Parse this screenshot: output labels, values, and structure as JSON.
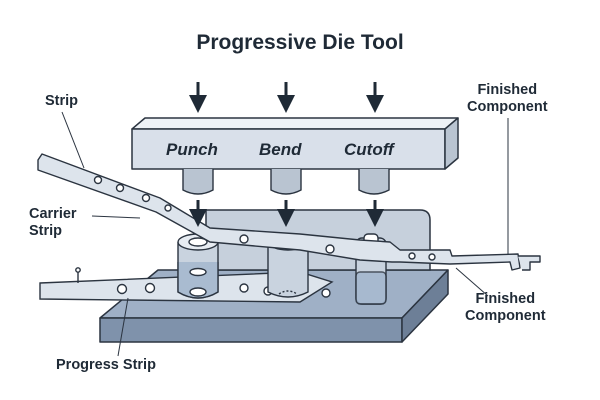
{
  "title": "Progressive Die Tool",
  "stations": [
    {
      "label": "Punch"
    },
    {
      "label": "Bend"
    },
    {
      "label": "Cutoff"
    }
  ],
  "labels": {
    "strip": "Strip",
    "carrier_strip_line1": "Carrier",
    "carrier_strip_line2": "Strip",
    "progress_strip": "Progress Strip",
    "finished_component_top_line1": "Finished",
    "finished_component_top_line2": "Component",
    "finished_component_bottom_line1": "Finished",
    "finished_component_bottom_line2": "Component"
  },
  "colors": {
    "outline": "#2b3440",
    "beam": "#d9e0ea",
    "base_top": "#9fb0c6",
    "base_front": "#7f92ab",
    "strip": "#dde4ec",
    "pillar": "#c9d3df",
    "punch": "#b9c4d1"
  }
}
